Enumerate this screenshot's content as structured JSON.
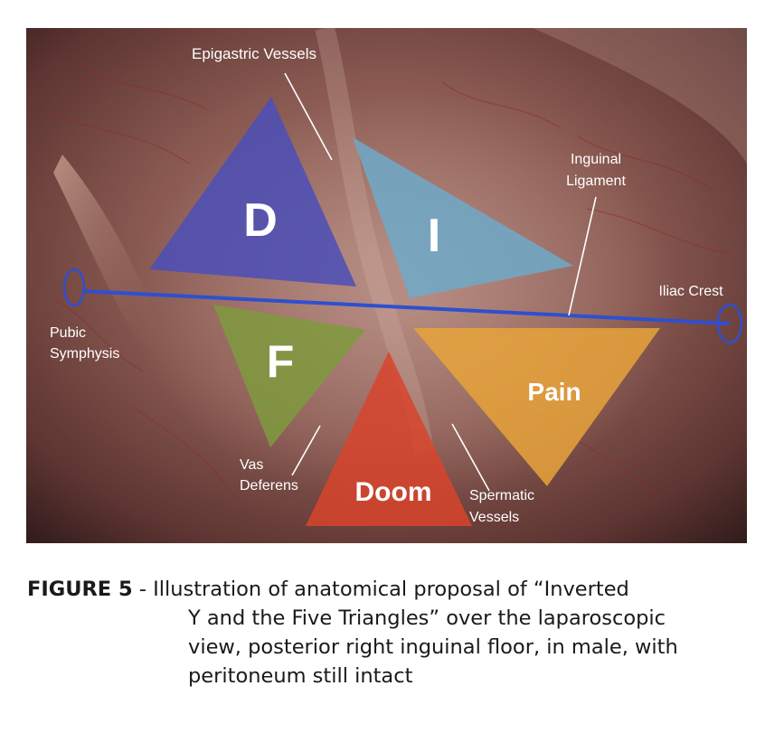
{
  "labels": {
    "epigastric": "Epigastric Vessels",
    "inguinal_1": "Inguinal",
    "inguinal_2": "Ligament",
    "iliac": "Iliac Crest",
    "pubic_1": "Pubic",
    "pubic_2": "Symphysis",
    "vas_1": "Vas",
    "vas_2": "Deferens",
    "spermatic_1": "Spermatic",
    "spermatic_2": "Vessels"
  },
  "triangles": {
    "d": {
      "letter": "D",
      "color": "#4b4fb8"
    },
    "i": {
      "letter": "I",
      "color": "#6fa9c9"
    },
    "f": {
      "letter": "F",
      "color": "#7f9a3e"
    },
    "doom": {
      "letter": "Doom",
      "color": "#d8442c"
    },
    "pain": {
      "letter": "Pain",
      "color": "#e8a33a"
    }
  },
  "line_color": "#2f4fd0",
  "caption": {
    "label": "FIGURE 5",
    "line1": " - Illustration of anatomical proposal of “Inverted",
    "line2": "Y and the Five Triangles” over the laparoscopic",
    "line3": "view, posterior right inguinal floor, in male, with",
    "line4": "peritoneum still intact"
  }
}
